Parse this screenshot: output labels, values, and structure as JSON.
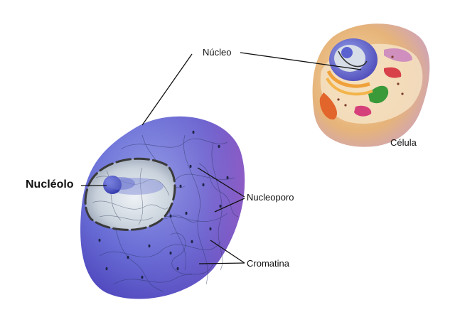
{
  "labels": {
    "nucleo": "Núcleo",
    "celula": "Célula",
    "nucleolo": "Nucléolo",
    "nucleoporo": "Nucleoporo",
    "cromatina": "Cromatina"
  },
  "colors": {
    "nucleus_blue": "#5a5fd0",
    "nucleus_violet": "#8b5fc6",
    "cell_orange": "#e9b46a",
    "cell_pink": "#c7a0c9",
    "nucleolus": "#4a52c8",
    "leader_line": "#111111"
  }
}
